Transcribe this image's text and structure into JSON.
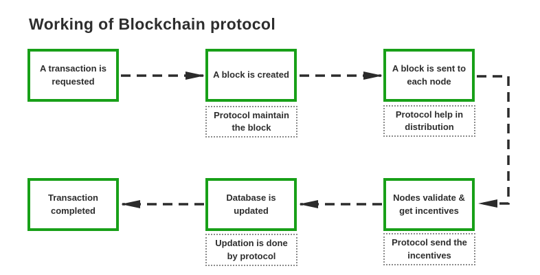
{
  "title": "Working of Blockchain protocol",
  "colors": {
    "green": "#18a018",
    "ink": "#2d2d2d",
    "line": "#2b2b2b",
    "note_border": "#8a8a8a",
    "bg": "#ffffff"
  },
  "steps": [
    {
      "label": "A transaction is requested"
    },
    {
      "label": "A block is created",
      "note": "Protocol maintain the block"
    },
    {
      "label": "A block is sent to each node",
      "note": "Protocol help in distribution"
    },
    {
      "label": "Nodes validate & get incentives",
      "note": "Protocol send the incentives"
    },
    {
      "label": "Database is updated",
      "note": "Updation is done by protocol"
    },
    {
      "label": "Transaction completed"
    }
  ]
}
